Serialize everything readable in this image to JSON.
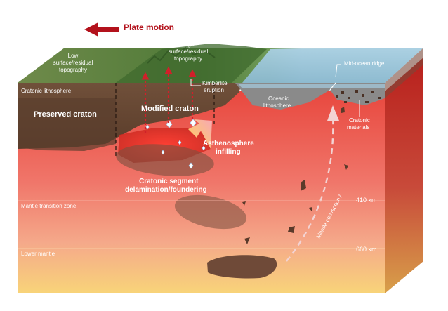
{
  "title": "Plate motion",
  "labels": {
    "low_topo_1": "Low",
    "low_topo_2": "surface/residual",
    "low_topo_3": "topography",
    "high_topo_1": "High",
    "high_topo_2": "surface/residual",
    "high_topo_3": "topography",
    "kimberlite_1": "Kimberlite",
    "kimberlite_2": "eruption",
    "mid_ocean_ridge": "Mid-ocean ridge",
    "cratonic_lithosphere": "Cratonic lithosphere",
    "oceanic_lithosphere_1": "Oceanic",
    "oceanic_lithosphere_2": "lithosphere",
    "preserved_craton": "Preserved craton",
    "modified_craton": "Modified craton",
    "cratonic_materials_1": "Cratonic",
    "cratonic_materials_2": "materials",
    "asthenosphere_1": "Asthenosphere",
    "asthenosphere_2": "infilling",
    "delamination_1": "Cratonic segment",
    "delamination_2": "delamination/foundering",
    "mantle_transition_zone": "Mantle transition zone",
    "depth_410": "410 km",
    "mantle_convection": "Mantle convection?",
    "lower_mantle": "Lower mantle",
    "depth_660": "660 km"
  },
  "colors": {
    "title_red": "#b3121c",
    "craton_brown": "#6b4a35",
    "ocean_blue": "#a9cde0",
    "mantle_top": "#ea5a4c",
    "mantle_bottom": "#f7cf73"
  }
}
